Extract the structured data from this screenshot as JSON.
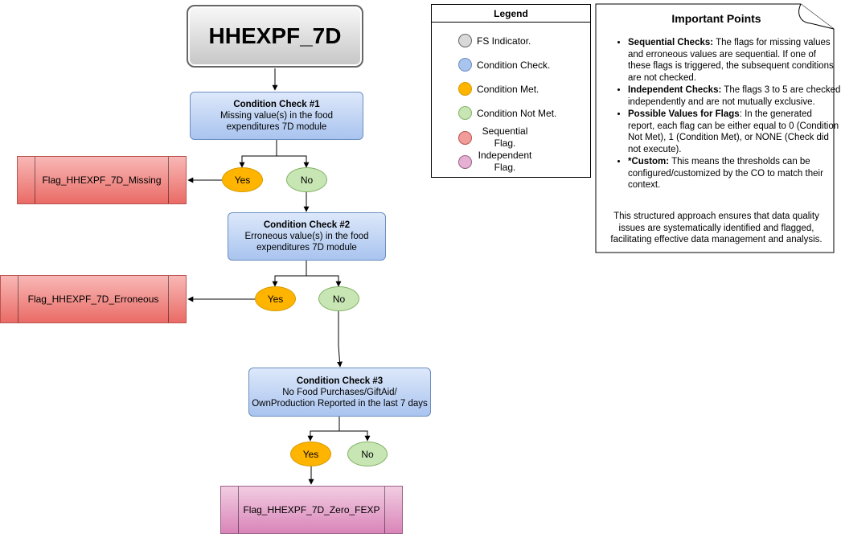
{
  "title": "HHEXPF_7D",
  "checks": [
    {
      "heading": "Condition Check #1",
      "text": "Missing value(s) in the food expenditures 7D module"
    },
    {
      "heading": "Condition Check #2",
      "text": "Erroneous value(s) in the food expenditures 7D module"
    },
    {
      "heading": "Condition Check #3",
      "text": "No Food Purchases/GiftAid/ OwnProduction Reported in the last 7 days"
    }
  ],
  "yes_label": "Yes",
  "no_label": "No",
  "flags": [
    {
      "label": "Flag_HHEXPF_7D_Missing",
      "kind": "sequential"
    },
    {
      "label": "Flag_HHEXPF_7D_Erroneous",
      "kind": "sequential"
    },
    {
      "label": "Flag_HHEXPF_7D_Zero_FEXP",
      "kind": "independent"
    }
  ],
  "legend": {
    "title": "Legend",
    "items": [
      {
        "label": "FS Indicator.",
        "color": "#d9d9d9",
        "border": "#666666"
      },
      {
        "label": "Condition Check.",
        "color": "#a9c4ef",
        "border": "#6c8ebf"
      },
      {
        "label": "Condition Met.",
        "color": "#ffb400",
        "border": "#d79b00"
      },
      {
        "label": "Condition Not Met.",
        "color": "#c8e6b4",
        "border": "#82b366"
      },
      {
        "label": "Sequential Flag.",
        "color": "#f19c99",
        "border": "#b85450"
      },
      {
        "label": "Independent Flag.",
        "color": "#e6b0d3",
        "border": "#996185"
      }
    ]
  },
  "notes": {
    "title": "Important Points",
    "points": [
      {
        "bold": "Sequential Checks:",
        "text": " The flags for missing values and erroneous values are sequential. If one of these flags is triggered, the subsequent conditions are not checked."
      },
      {
        "bold": "Independent Checks:",
        "text": " The flags 3 to 5 are checked independently and are not mutually exclusive."
      },
      {
        "bold": "Possible Values for Flags",
        "text": ": In the generated report, each flag can be either equal to 0 (Condition Not Met), 1 (Condition Met), or NONE (Check did not execute)."
      },
      {
        "bold": "*Custom:",
        "text": " This means the thresholds can be configured/customized by the CO to match their context."
      }
    ],
    "footer": "This structured approach ensures that data quality issues are systematically identified and flagged, facilitating effective data management and analysis."
  }
}
